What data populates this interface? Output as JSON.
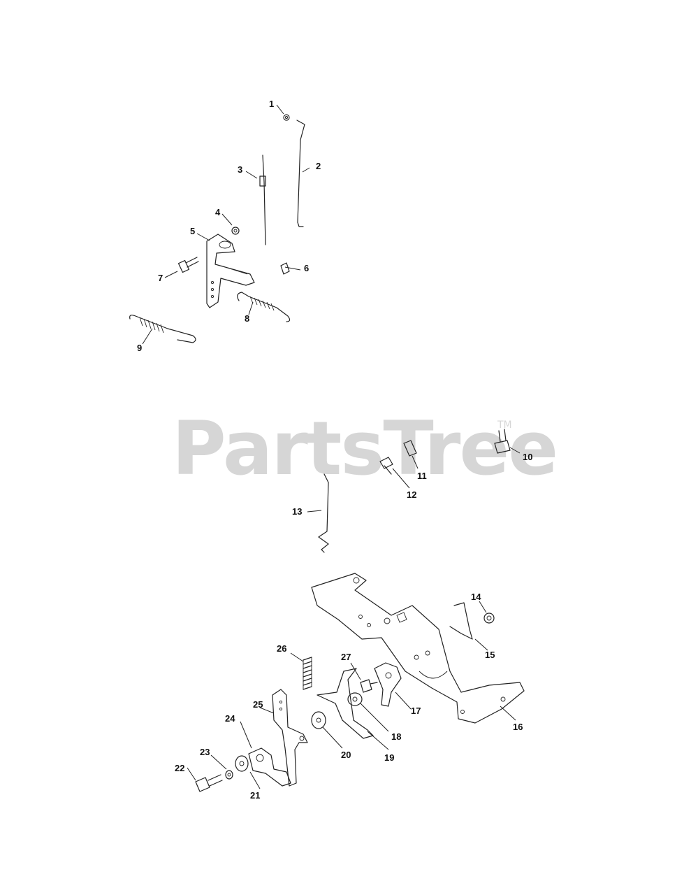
{
  "watermark": {
    "brand": "PartsTree",
    "trademark": "TM"
  },
  "callouts": [
    "1",
    "2",
    "3",
    "4",
    "5",
    "6",
    "7",
    "8",
    "9",
    "10",
    "11",
    "12",
    "13",
    "14",
    "15",
    "16",
    "17",
    "18",
    "19",
    "20",
    "21",
    "22",
    "23",
    "24",
    "25",
    "26",
    "27"
  ]
}
